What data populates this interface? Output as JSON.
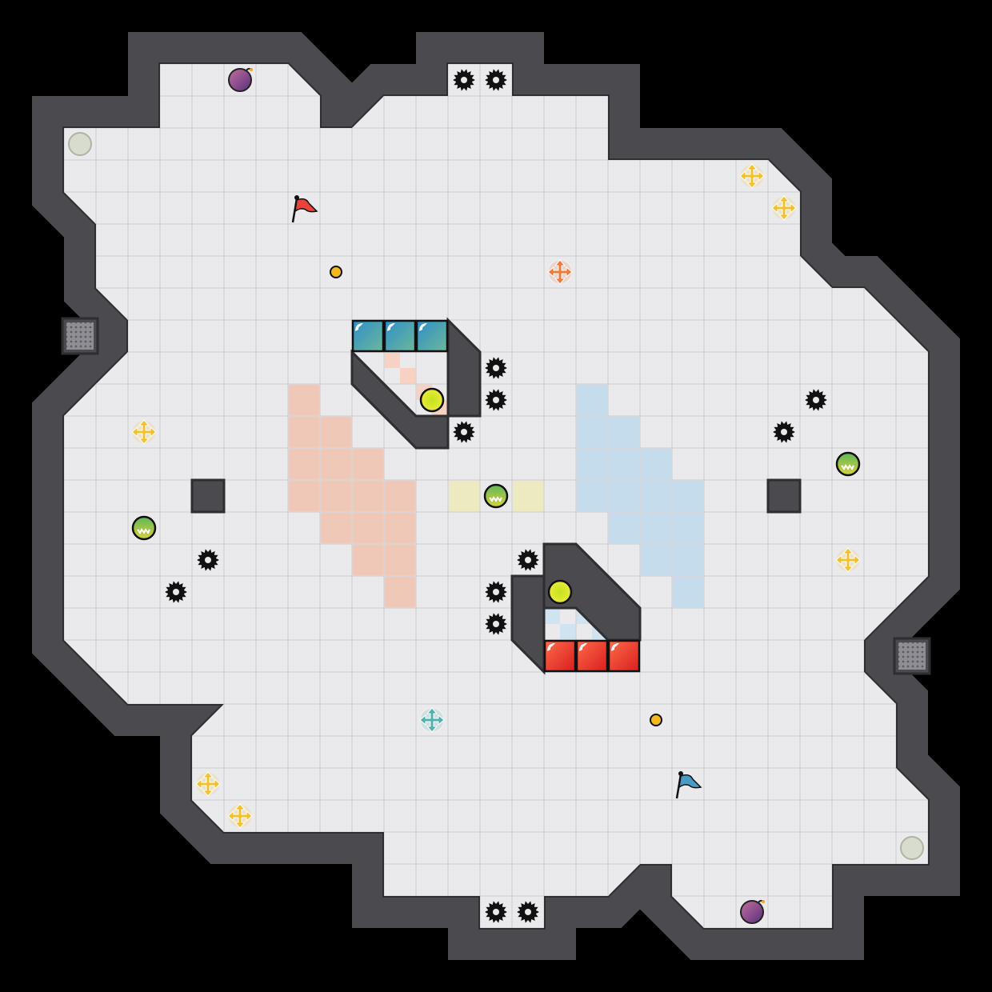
{
  "game": {
    "mode": "capture-the-flag",
    "grid_size": 31,
    "teams": [
      {
        "name": "red",
        "color": "#e8443a"
      },
      {
        "name": "blue",
        "color": "#4a9ac8"
      }
    ]
  },
  "colors": {
    "background": "#000000",
    "floor": "#eaeaec",
    "floor_line": "#d6d6da",
    "wall": "#4a4a4f",
    "wall_edge": "#2e2e32",
    "red_zone": "#f0c8b8",
    "blue_zone": "#c4dcec",
    "neutral_zone": "#ede9c0",
    "red_gate_light": "#f7d2c2",
    "blue_gate_light": "#cfe3f1",
    "boost_yellow": "#f2c12e",
    "boost_red": "#f07a3a",
    "boost_teal": "#52b0b0",
    "powerup_green": "#4caf50",
    "bomb_purple": "#7a3c8c",
    "spike": "#111111"
  },
  "entities": {
    "flags": [
      {
        "team": "red",
        "icon": "red-flag-icon",
        "cell": [
          9,
          6
        ]
      },
      {
        "team": "blue",
        "icon": "blue-flag-icon",
        "cell": [
          21,
          24
        ]
      }
    ],
    "spikes": [
      [
        14,
        2
      ],
      [
        15,
        2
      ],
      [
        15,
        11
      ],
      [
        15,
        12
      ],
      [
        14,
        13
      ],
      [
        25,
        12
      ],
      [
        24,
        13
      ],
      [
        6,
        17
      ],
      [
        5,
        18
      ],
      [
        16,
        17
      ],
      [
        15,
        18
      ],
      [
        15,
        19
      ],
      [
        15,
        28
      ],
      [
        16,
        28
      ]
    ],
    "boosts_yellow": [
      [
        23,
        5
      ],
      [
        24,
        6
      ],
      [
        4,
        13
      ],
      [
        26,
        17
      ],
      [
        6,
        24
      ],
      [
        7,
        25
      ]
    ],
    "boost_red": [
      [
        17,
        8
      ]
    ],
    "boost_teal": [
      [
        13,
        22
      ]
    ],
    "powerups": [
      [
        4,
        16
      ],
      [
        15,
        15
      ],
      [
        26,
        14
      ]
    ],
    "bombs": [
      [
        7,
        2
      ],
      [
        23,
        28
      ]
    ],
    "buttons": [
      [
        10,
        8
      ],
      [
        20,
        22
      ]
    ],
    "gates": [
      [
        13,
        12
      ],
      [
        17,
        18
      ]
    ],
    "portals": [
      [
        2,
        4
      ],
      [
        28,
        26
      ]
    ],
    "vents": [
      [
        2,
        10
      ],
      [
        28,
        20
      ]
    ],
    "red_tiles": [
      [
        17,
        20
      ],
      [
        18,
        20
      ],
      [
        19,
        20
      ]
    ],
    "blue_tiles": [
      [
        11,
        10
      ],
      [
        12,
        10
      ],
      [
        13,
        10
      ]
    ],
    "wall_blocks": [
      [
        6,
        15
      ],
      [
        24,
        15
      ]
    ]
  }
}
